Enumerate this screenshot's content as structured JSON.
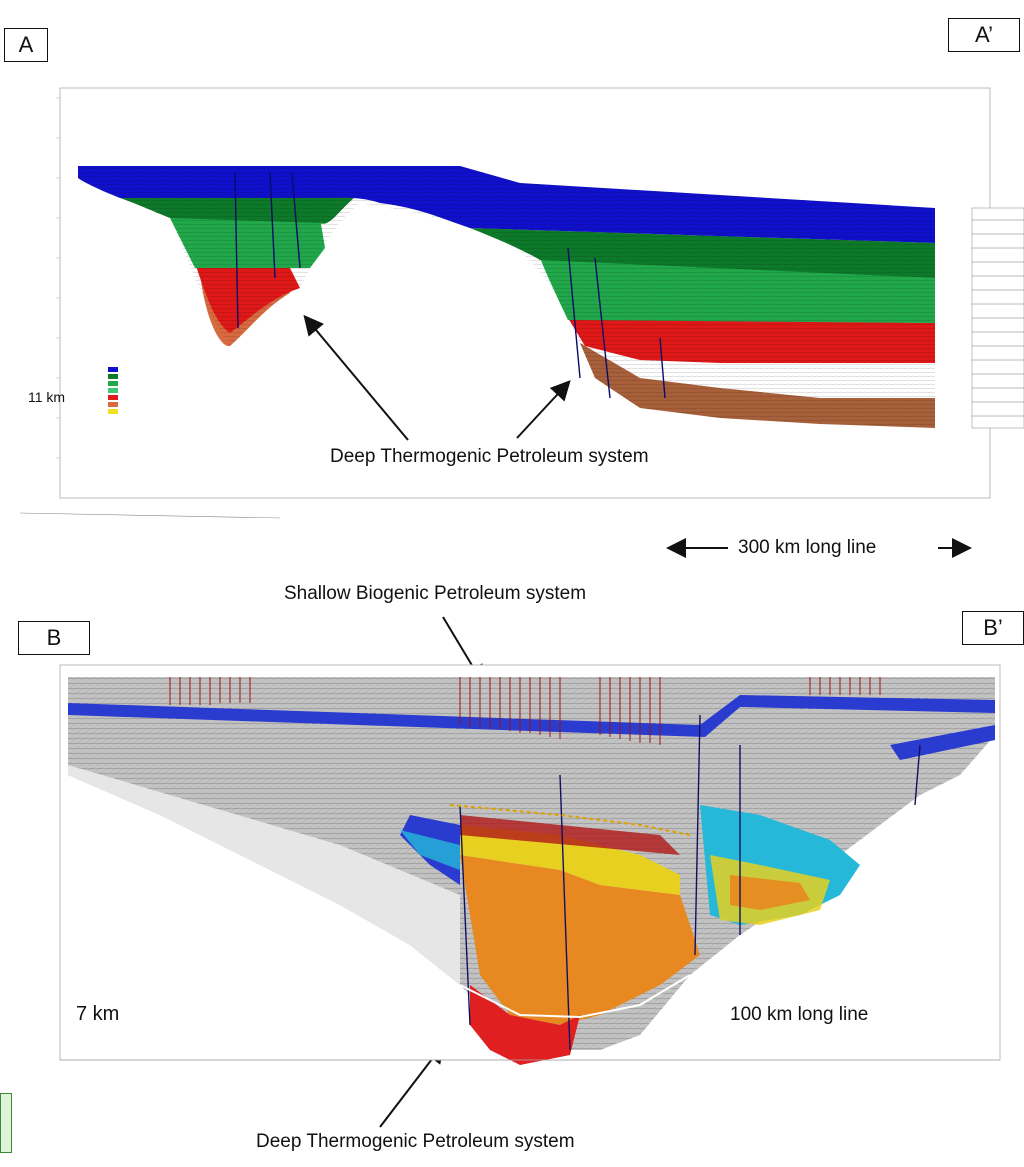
{
  "panel_a": {
    "label_left": "A",
    "label_right": "A’",
    "depth_label": "11 km",
    "annotation": "Deep Thermogenic Petroleum system",
    "length_label": "300 km long line",
    "colors": {
      "water": "#1010cc",
      "green_dark": "#0d7a2a",
      "green": "#21a84a",
      "red": "#e01818",
      "orange": "#d86a40",
      "brown": "#a8603a"
    }
  },
  "panel_b": {
    "label_left": "B",
    "label_right": "B’",
    "top_annotation": "Shallow Biogenic Petroleum system",
    "depth_label": "7 km",
    "length_label": "100 km long line",
    "bottom_annotation": "Deep Thermogenic Petroleum system",
    "colors": {
      "grey": "#bdbdbd",
      "blue": "#2a3ccf",
      "cyan": "#26b8d8",
      "yellow": "#e8d020",
      "orange": "#e88820",
      "red": "#e02020",
      "wells": "#a01010"
    }
  }
}
